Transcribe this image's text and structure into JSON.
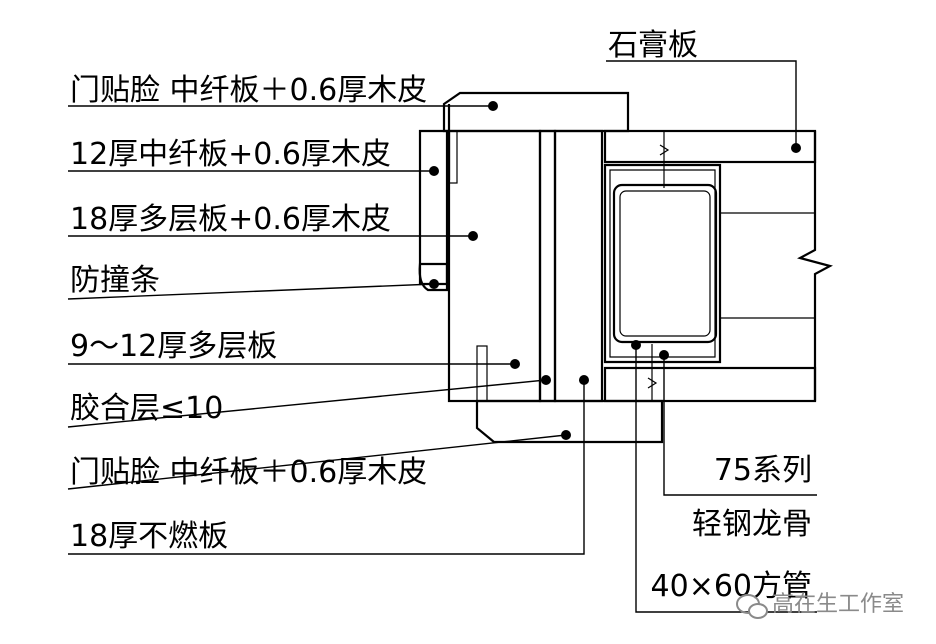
{
  "labels": {
    "gypsum_board": "石膏板",
    "door_trim_top": "门贴脸  中纤板＋0.6厚木皮",
    "mdf_12": "12厚中纤板+0.6厚木皮",
    "plywood_18": "18厚多层板+0.6厚木皮",
    "bumper_strip": "防撞条",
    "plywood_9_12": "9～12厚多层板",
    "glue_layer": "胶合层≤10",
    "door_trim_bottom": "门贴脸  中纤板＋0.6厚木皮",
    "fireproof_board": "18厚不燃板",
    "keel_line1": "75系列",
    "keel_line2": "轻钢龙骨",
    "square_tube": "40×60方管"
  },
  "watermark": {
    "text": "高在生工作室",
    "icon": "wechat-logo-icon"
  },
  "colors": {
    "ink": "#000000",
    "watermark": "#8a8a8a",
    "background": "#ffffff"
  }
}
